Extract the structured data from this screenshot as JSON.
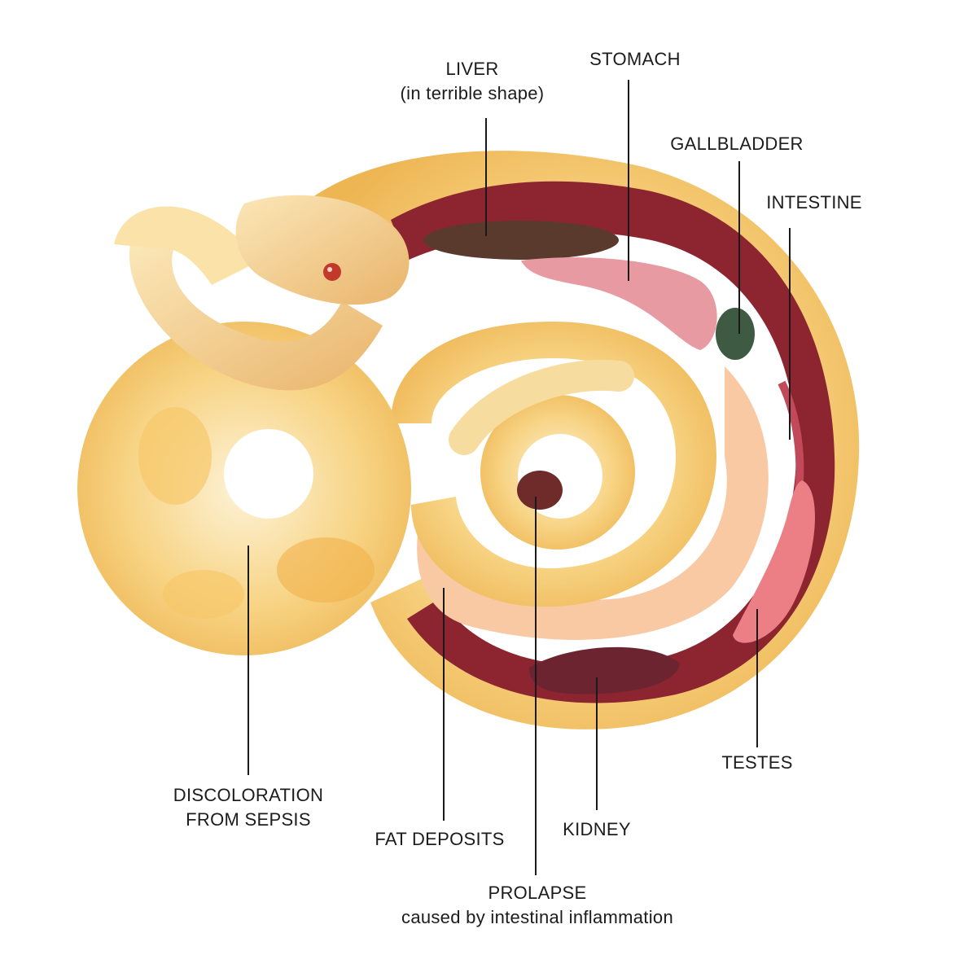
{
  "labels": {
    "liver": {
      "title": "LIVER",
      "note": "(in terrible shape)"
    },
    "stomach": {
      "title": "STOMACH"
    },
    "gallbladder": {
      "title": "GALLBLADDER"
    },
    "intestine": {
      "title": "INTESTINE"
    },
    "discoloration": {
      "line1": "DISCOLORATION",
      "line2": "FROM SEPSIS"
    },
    "fat_deposits": {
      "title": "FAT DEPOSITS"
    },
    "kidney": {
      "title": "KIDNEY"
    },
    "testes": {
      "title": "TESTES"
    },
    "prolapse": {
      "title": "PROLAPSE",
      "note": "caused by intestinal inflammation"
    }
  },
  "colors": {
    "skin_light": "#fbeec9",
    "skin_yellow": "#f6c869",
    "skin_orange": "#f2b04a",
    "cavity": "#7d1d26",
    "liver": "#5a3a2c",
    "stomach": "#e79aa2",
    "gallbladder": "#3f5a42",
    "fat": "#f9c9a3",
    "kidney": "#6b2430",
    "testes": "#ec7f86",
    "leader_line": "#1a1a1a",
    "text": "#1c1c1c"
  }
}
